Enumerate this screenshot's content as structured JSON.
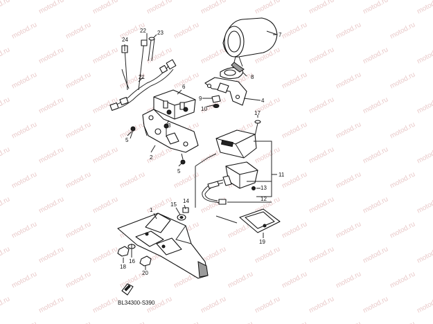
{
  "watermark": "motod.ru",
  "diagram_code": "BL34300-S390",
  "callouts": [
    {
      "id": "c1",
      "text": "1"
    },
    {
      "id": "c2",
      "text": "2"
    },
    {
      "id": "c3",
      "text": "3"
    },
    {
      "id": "c4",
      "text": "4"
    },
    {
      "id": "c5a",
      "text": "5"
    },
    {
      "id": "c5b",
      "text": "5"
    },
    {
      "id": "c6",
      "text": "6"
    },
    {
      "id": "c7",
      "text": "7"
    },
    {
      "id": "c8",
      "text": "8"
    },
    {
      "id": "c9",
      "text": "9"
    },
    {
      "id": "c10",
      "text": "10"
    },
    {
      "id": "c11",
      "text": "11"
    },
    {
      "id": "c12",
      "text": "12"
    },
    {
      "id": "c13",
      "text": "13"
    },
    {
      "id": "c14",
      "text": "14"
    },
    {
      "id": "c15",
      "text": "15"
    },
    {
      "id": "c16",
      "text": "16"
    },
    {
      "id": "c17",
      "text": "17"
    },
    {
      "id": "c18",
      "text": "18"
    },
    {
      "id": "c19",
      "text": "19"
    },
    {
      "id": "c20",
      "text": "20"
    },
    {
      "id": "c21",
      "text": "21"
    },
    {
      "id": "c22",
      "text": "22"
    },
    {
      "id": "c23",
      "text": "23"
    },
    {
      "id": "c24",
      "text": "24"
    }
  ]
}
